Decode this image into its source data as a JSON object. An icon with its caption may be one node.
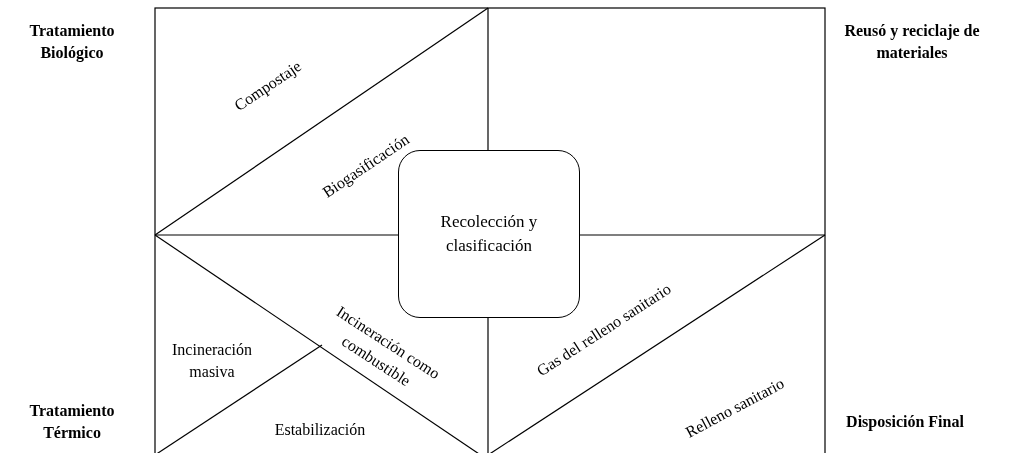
{
  "diagram": {
    "nodes": [
      {
        "text": [
          "Recolección y clasificación"
        ]
      }
    ],
    "labels": [
      "Tratamiento Biológico",
      "Reusó y reciclaje de materiales",
      "Compostaje",
      "Biogasificación",
      "Incineración como combustible",
      "Incineración masiva",
      "Gas del relleno sanitario",
      "Tratamiento Térmico",
      "Estabilización",
      "Relleno sanitario",
      "Disposición Final"
    ]
  }
}
